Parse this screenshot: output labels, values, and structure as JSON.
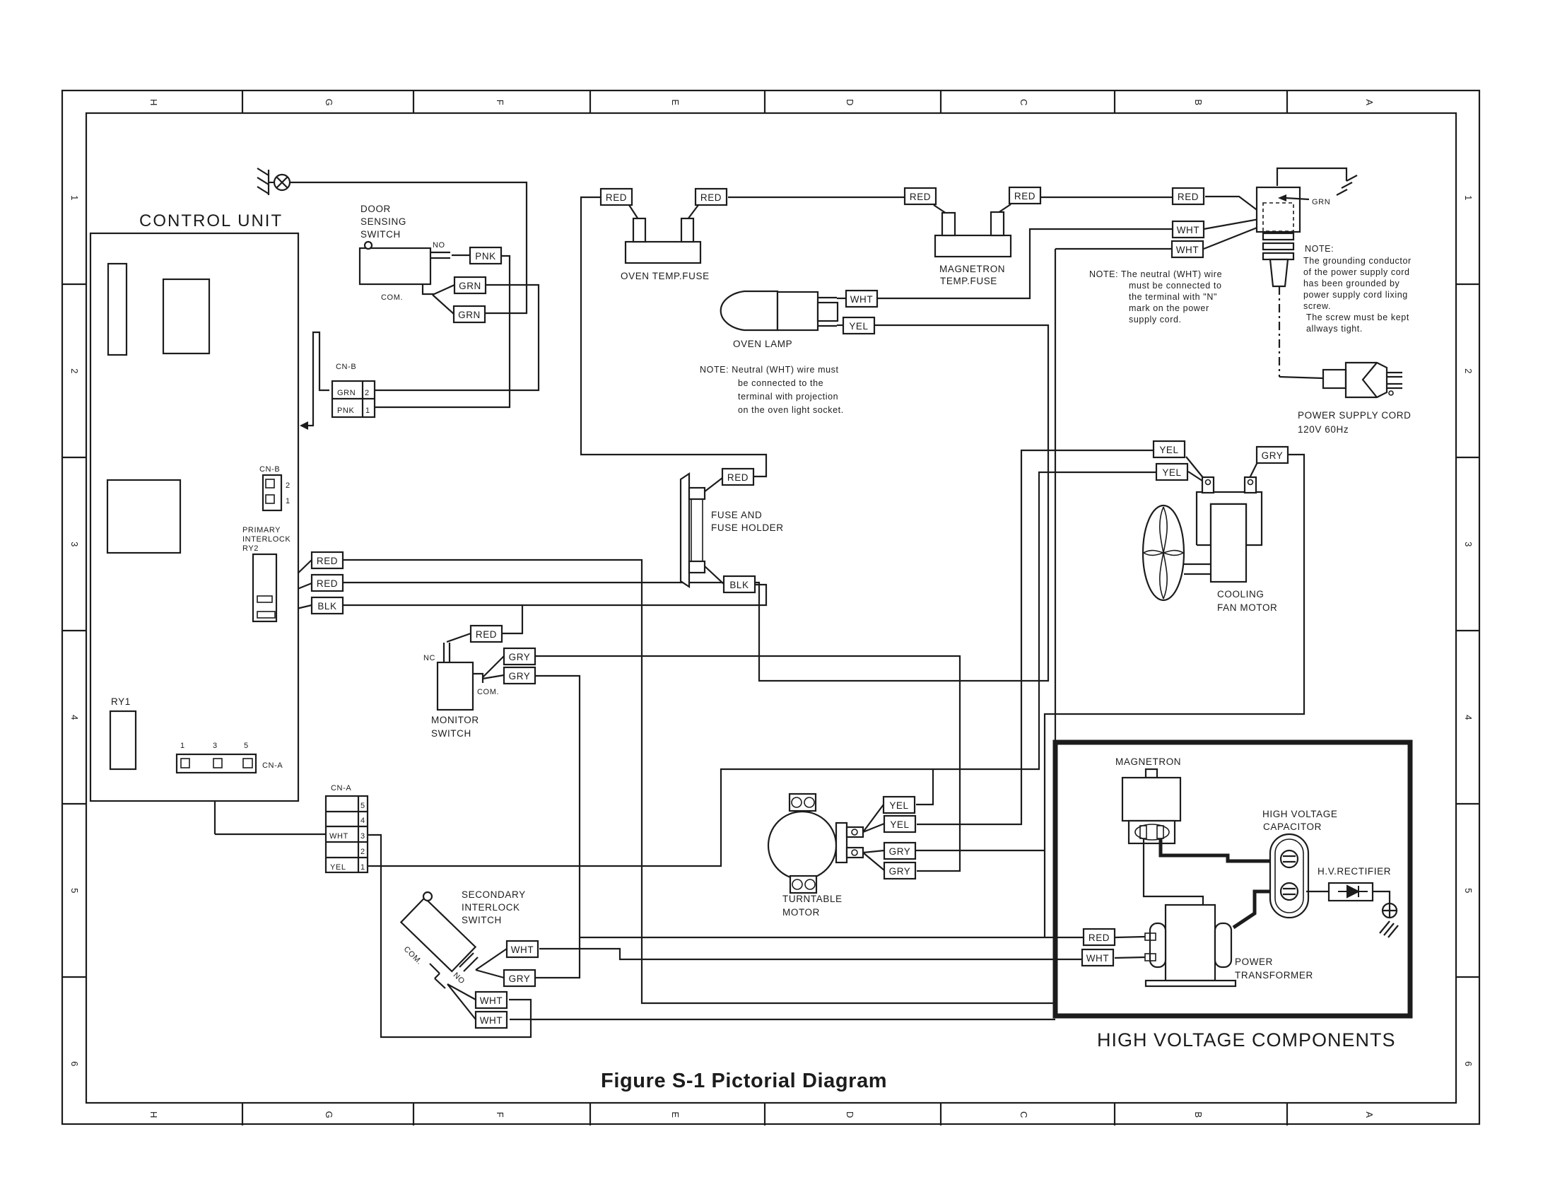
{
  "figure": {
    "caption": "Figure S-1 Pictorial Diagram"
  },
  "grid": {
    "columns": [
      "H",
      "G",
      "F",
      "E",
      "D",
      "C",
      "B",
      "A"
    ],
    "rows": [
      "1",
      "2",
      "3",
      "4",
      "5",
      "6"
    ]
  },
  "control_unit": {
    "title": "CONTROL UNIT",
    "ry1": "RY1",
    "cn_b": {
      "label": "CN-B",
      "pin2": "2",
      "pin1": "1"
    },
    "primary_interlock": {
      "line1": "PRIMARY",
      "line2": "INTERLOCK",
      "line3": "RY2"
    },
    "cn_a": {
      "label": "CN-A",
      "pin1": "1",
      "pin3": "3",
      "pin5": "5"
    }
  },
  "connectors": {
    "cn_b_block": {
      "label": "CN-B",
      "row1_wire": "GRN",
      "row1_pin": "2",
      "row2_wire": "PNK",
      "row2_pin": "1"
    },
    "cn_a_block": {
      "label": "CN-A",
      "pins": [
        "5",
        "4",
        "3",
        "2",
        "1"
      ],
      "wire3": "WHT",
      "wire1": "YEL"
    }
  },
  "door_sensing_switch": {
    "line1": "DOOR",
    "line2": "SENSING",
    "line3": "SWITCH",
    "no": "NO",
    "com": "COM."
  },
  "oven_temp_fuse": {
    "label": "OVEN TEMP.FUSE"
  },
  "magnetron_temp_fuse": {
    "line1": "MAGNETRON",
    "line2": "TEMP.FUSE"
  },
  "oven_lamp": {
    "label": "OVEN LAMP",
    "note": [
      "NOTE:  Neutral (WHT) wire must",
      "be  connected  to  the",
      "terminal  with  projection",
      "on the oven light socket."
    ]
  },
  "neutral_note": [
    "NOTE:  The  neutral  (WHT)  wire",
    "must  be  connected  to",
    "the  terminal  with  \"N\"",
    "mark   on   the   power",
    "supply cord."
  ],
  "power_cord": {
    "grn": "GRN",
    "note_title": "NOTE:",
    "note": [
      "The grounding conductor",
      "of the power supply cord",
      "has  been  grounded  by",
      "power  supply  cord  lixing",
      "screw.",
      "The screw must be kept",
      "allways tight."
    ],
    "label1": "POWER SUPPLY CORD",
    "label2": "120V 60Hz"
  },
  "fuse_holder": {
    "line1": "FUSE AND",
    "line2": "FUSE HOLDER"
  },
  "cooling_fan": {
    "line1": "COOLING",
    "line2": "FAN MOTOR"
  },
  "monitor_switch": {
    "line1": "MONITOR",
    "line2": "SWITCH",
    "nc": "NC",
    "com": "COM."
  },
  "secondary_interlock": {
    "line1": "SECONDARY",
    "line2": "INTERLOCK",
    "line3": "SWITCH",
    "com": "COM.",
    "no": "NO"
  },
  "turntable_motor": {
    "line1": "TURNTABLE",
    "line2": "MOTOR"
  },
  "high_voltage": {
    "caption": "HIGH VOLTAGE COMPONENTS",
    "magnetron": "MAGNETRON",
    "capacitor_line1": "HIGH VOLTAGE",
    "capacitor_line2": "CAPACITOR",
    "rectifier": "H.V.RECTIFIER",
    "transformer_line1": "POWER",
    "transformer_line2": "TRANSFORMER"
  },
  "wire_labels": [
    {
      "text": "PNK"
    },
    {
      "text": "GRN"
    },
    {
      "text": "GRN"
    },
    {
      "text": "RED"
    },
    {
      "text": "RED"
    },
    {
      "text": "RED"
    },
    {
      "text": "RED"
    },
    {
      "text": "RED"
    },
    {
      "text": "WHT"
    },
    {
      "text": "WHT"
    },
    {
      "text": "WHT"
    },
    {
      "text": "YEL"
    },
    {
      "text": "RED"
    },
    {
      "text": "RED"
    },
    {
      "text": "BLK"
    },
    {
      "text": "RED"
    },
    {
      "text": "BLK"
    },
    {
      "text": "RED"
    },
    {
      "text": "GRY"
    },
    {
      "text": "GRY"
    },
    {
      "text": "YEL"
    },
    {
      "text": "YEL"
    },
    {
      "text": "GRY"
    },
    {
      "text": "YEL"
    },
    {
      "text": "YEL"
    },
    {
      "text": "GRY"
    },
    {
      "text": "GRY"
    },
    {
      "text": "WHT"
    },
    {
      "text": "GRY"
    },
    {
      "text": "WHT"
    },
    {
      "text": "WHT"
    },
    {
      "text": "RED"
    },
    {
      "text": "WHT"
    }
  ],
  "colors": {
    "ink": "#1c1c1c",
    "paper": "#ffffff"
  }
}
